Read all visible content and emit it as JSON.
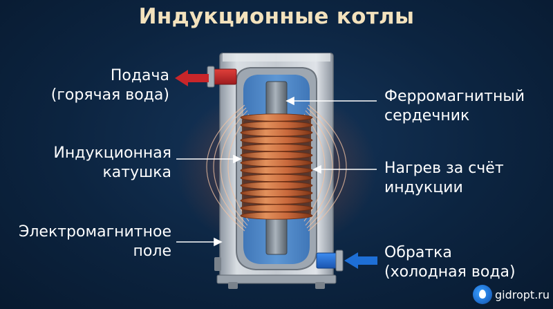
{
  "title": "Индукционные котлы",
  "labels": {
    "supply": [
      "Подача",
      "(горячая вода)"
    ],
    "core": [
      "Ферромагнитный",
      "сердечник"
    ],
    "coil": [
      "Индукционная",
      "катушка"
    ],
    "heating": [
      "Нагрев за счёт",
      "индукции"
    ],
    "field": [
      "Электромагнитное",
      "поле"
    ],
    "return": [
      "Обратка",
      "(холодная вода)"
    ]
  },
  "logo": {
    "text": "gidropt.ru"
  },
  "colors": {
    "hot_arrow": "#c8262a",
    "cold_arrow": "#1e6fd6",
    "copper": "#c9693c",
    "water": "#4a86c8",
    "casing": "#c9cfd6"
  }
}
